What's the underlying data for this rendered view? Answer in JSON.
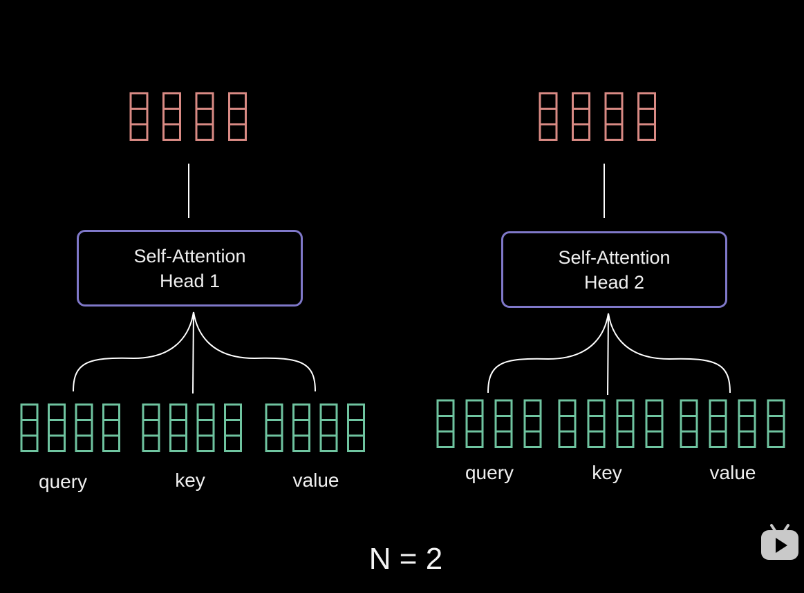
{
  "heads": [
    {
      "title": "Self-Attention",
      "subtitle": "Head 1",
      "labels": {
        "query": "query",
        "key": "key",
        "value": "value"
      }
    },
    {
      "title": "Self-Attention",
      "subtitle": "Head 2",
      "labels": {
        "query": "query",
        "key": "key",
        "value": "value"
      }
    }
  ],
  "footer": {
    "formula": "N = 2"
  },
  "colors": {
    "output_vectors": "#d98a84",
    "input_vectors": "#6fc4a0",
    "head_border": "#7f78c9",
    "lines": "#ffffff",
    "background": "#000000"
  },
  "logo": {
    "icon": "play-tv-icon"
  }
}
